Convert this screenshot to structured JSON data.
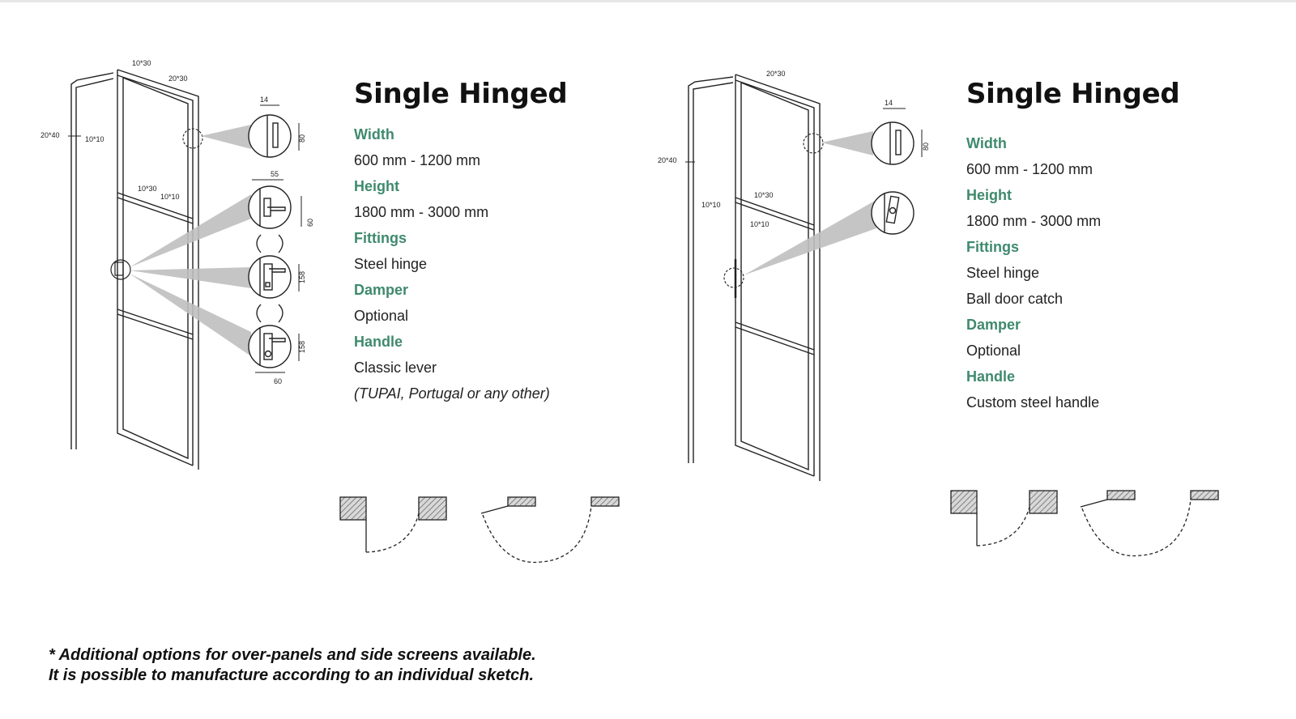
{
  "left_spec": {
    "title": "Single Hinged",
    "rows": [
      {
        "label": "Width",
        "values": [
          "600 mm - 1200 mm"
        ]
      },
      {
        "label": "Height",
        "values": [
          "1800 mm - 3000 mm"
        ]
      },
      {
        "label": "Fittings",
        "values": [
          "Steel hinge"
        ]
      },
      {
        "label": "Damper",
        "values": [
          "Optional"
        ]
      },
      {
        "label": "Handle",
        "values": [
          "Classic lever"
        ]
      }
    ],
    "note": "(TUPAI, Portugal or any other)"
  },
  "right_spec": {
    "title": "Single Hinged",
    "rows": [
      {
        "label": "Width",
        "values": [
          "600 mm - 1200 mm"
        ]
      },
      {
        "label": "Height",
        "values": [
          "1800 mm - 3000 mm"
        ]
      },
      {
        "label": "Fittings",
        "values": [
          "Steel hinge",
          "Ball door catch"
        ]
      },
      {
        "label": "Damper",
        "values": [
          "Optional"
        ]
      },
      {
        "label": "Handle",
        "values": [
          "Custom steel handle"
        ]
      }
    ]
  },
  "left_dimensions": {
    "top_profile": "10*30",
    "frame_top": "20*30",
    "frame_side": "20*40",
    "frame_inner": "10*10",
    "mid_rail": "10*30",
    "mid_rail_inner": "10*10",
    "hinge_width": "14",
    "hinge_height": "80",
    "handle_width": "55",
    "handle_height": "60",
    "lock_height_1": "158",
    "lock_height_2": "158",
    "lock_width": "60"
  },
  "right_dimensions": {
    "frame_top": "20*30",
    "frame_side": "20*40",
    "frame_inner": "10*10",
    "mid_rail": "10*30",
    "mid_rail_inner": "10*10",
    "hinge_width": "14",
    "hinge_height": "80"
  },
  "footnote": {
    "line1": "* Additional options for over-panels and side screens available.",
    "line2": "It is possible to manufacture according to an individual sketch."
  },
  "colors": {
    "accent": "#3f8a6e",
    "text": "#111111",
    "line": "#222222",
    "hatch": "#888888"
  }
}
